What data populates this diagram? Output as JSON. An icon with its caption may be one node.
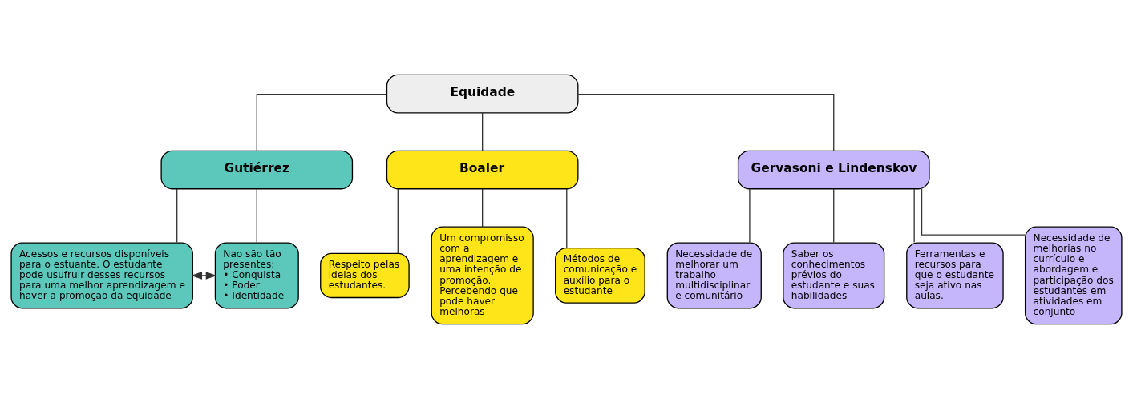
{
  "diagram": {
    "nodes": [
      {
        "text": [
          "Equidade"
        ]
      },
      {
        "text": [
          "Gutiérrez"
        ]
      },
      {
        "text": [
          "Boaler"
        ]
      },
      {
        "text": [
          "Gervasoni e Lindenskov"
        ]
      },
      {
        "text": [
          "Necessidade de melhorar um trabalho multidisciplinar e comunitário"
        ]
      },
      {
        "text": [
          "Acessos e recursos disponíveis para o estuante. O estudante pode usufruir desses recursos para uma melhor aprendizagem e haver a promoção da equidade"
        ]
      },
      {
        "text": [
          "Nao são tão presentes:",
          "• Conquista",
          "• Poder",
          "• Identidade"
        ]
      },
      {
        "text": [
          "Respeito pelas ideias dos estudantes."
        ]
      },
      {
        "text": [
          "Um compromisso com a aprendizagem e uma intenção de promoção. Percebendo que pode haver melhoras"
        ]
      },
      {
        "text": [
          "Métodos de comunicação e auxílio para o estudante"
        ]
      },
      {
        "text": [
          "Saber os conhecimentos prévios do estudante e suas habilidades"
        ]
      },
      {
        "text": [
          "Ferramentas e recursos para que o estudante seja ativo nas aulas."
        ]
      },
      {
        "text": [
          "Necessidade de melhorias no currículo e abordagem e participação dos estudantes em atividades em conjunto"
        ]
      }
    ],
    "edges": [
      {
        "from": 0,
        "to": 1,
        "arrow": "none"
      },
      {
        "from": 0,
        "to": 2,
        "arrow": "none"
      },
      {
        "from": 0,
        "to": 3,
        "arrow": "none"
      },
      {
        "from": 1,
        "to": 5,
        "arrow": "none"
      },
      {
        "from": 1,
        "to": 6,
        "arrow": "none"
      },
      {
        "from": 2,
        "to": 7,
        "arrow": "none"
      },
      {
        "from": 2,
        "to": 8,
        "arrow": "none"
      },
      {
        "from": 2,
        "to": 9,
        "arrow": "none"
      },
      {
        "from": 3,
        "to": 4,
        "arrow": "none"
      },
      {
        "from": 3,
        "to": 10,
        "arrow": "none"
      },
      {
        "from": 3,
        "to": 11,
        "arrow": "none"
      },
      {
        "from": 3,
        "to": 12,
        "arrow": "none"
      },
      {
        "from": 5,
        "to": 6,
        "arrow": "both"
      }
    ]
  }
}
